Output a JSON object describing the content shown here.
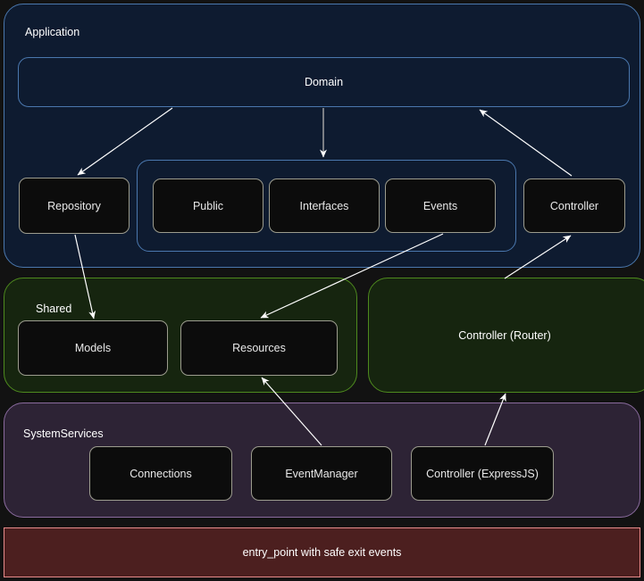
{
  "diagram": {
    "background": "#121212",
    "groups": [
      {
        "id": "application",
        "label": "Application",
        "fill": "#0e1b30",
        "stroke": "#4a77ad"
      },
      {
        "id": "shared",
        "label": "Shared",
        "fill": "#16250f",
        "stroke": "#4e8a1e"
      },
      {
        "id": "systemservices",
        "label": "SystemServices",
        "fill": "#2d2335",
        "stroke": "#8a6b9e"
      }
    ],
    "nodes": {
      "domain": "Domain",
      "repository": "Repository",
      "public": "Public",
      "interfaces": "Interfaces",
      "events": "Events",
      "controller": "Controller",
      "models": "Models",
      "resources": "Resources",
      "controller_router": "Controller (Router)",
      "connections": "Connections",
      "event_manager": "EventManager",
      "controller_expressjs": "Controller (ExpressJS)",
      "entry_point": "entry_point with safe exit events"
    },
    "edges": [
      {
        "from": "domain",
        "to": "repository",
        "arrow": "end"
      },
      {
        "from": "domain",
        "to": "interfaces",
        "arrow": "end"
      },
      {
        "from": "controller",
        "to": "domain",
        "arrow": "end"
      },
      {
        "from": "repository",
        "to": "models",
        "arrow": "end"
      },
      {
        "from": "events",
        "to": "resources",
        "arrow": "end"
      },
      {
        "from": "controller_router",
        "to": "controller",
        "arrow": "end"
      },
      {
        "from": "event_manager",
        "to": "resources",
        "arrow": "end"
      },
      {
        "from": "controller_expressjs",
        "to": "controller_router",
        "arrow": "end"
      }
    ],
    "edge_color": "#ffffff",
    "entry_bar": {
      "fill": "#4c1f1f",
      "stroke": "#e88b8b"
    }
  }
}
